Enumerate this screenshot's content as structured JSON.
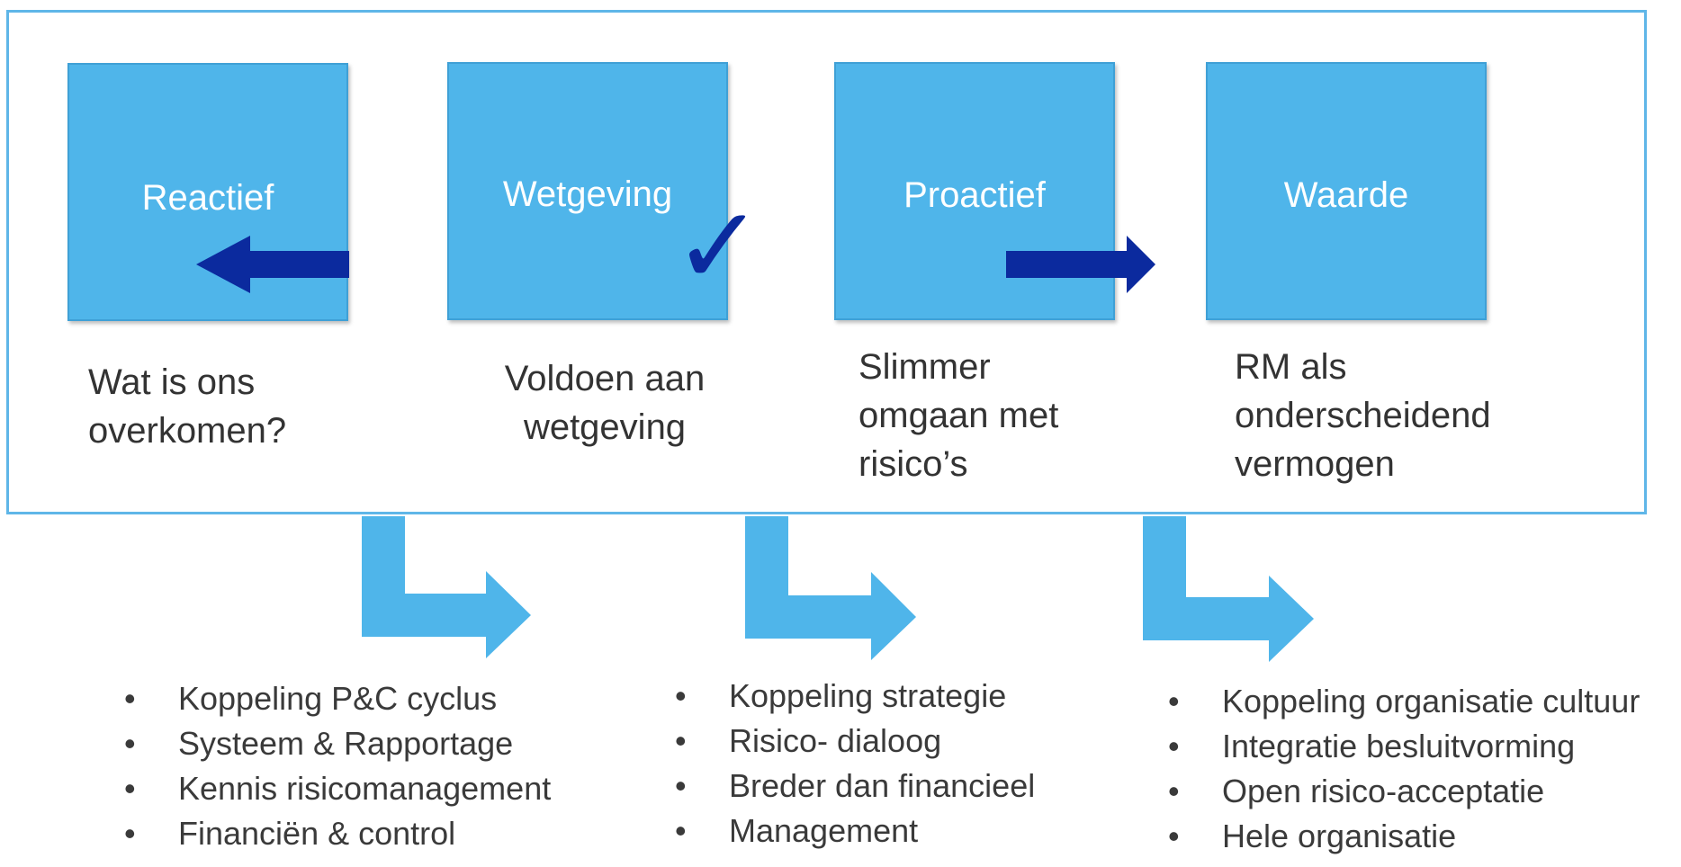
{
  "colors": {
    "box_fill": "#4fb5ea",
    "dark_arrow": "#0b2a9e",
    "frame_border": "#5fb6e8",
    "bend_arrow": "#4fb5ea"
  },
  "stages": [
    {
      "label": "Reactief",
      "caption": [
        "Wat is ons",
        "overkomen?"
      ]
    },
    {
      "label": "Wetgeving",
      "caption": [
        "Voldoen aan",
        "wetgeving"
      ]
    },
    {
      "label": "Proactief",
      "caption": [
        "Slimmer",
        "omgaan met",
        "risico’s"
      ]
    },
    {
      "label": "Waarde",
      "caption": [
        "RM als",
        "onderscheidend",
        "vermogen"
      ]
    }
  ],
  "checkmark": "✓",
  "lists": [
    {
      "items": [
        "Koppeling P&C cyclus",
        "Systeem & Rapportage",
        "Kennis risicomanagement",
        "Financiën & control"
      ]
    },
    {
      "items": [
        "Koppeling strategie",
        "Risico- dialoog",
        "Breder dan financieel",
        "Management"
      ]
    },
    {
      "items": [
        "Koppeling organisatie cultuur",
        "Integratie besluitvorming",
        "Open risico-acceptatie",
        "Hele organisatie"
      ]
    }
  ],
  "icons": [
    "left-arrow-icon",
    "checkmark-icon",
    "right-arrow-icon",
    "bend-arrow-icon"
  ]
}
